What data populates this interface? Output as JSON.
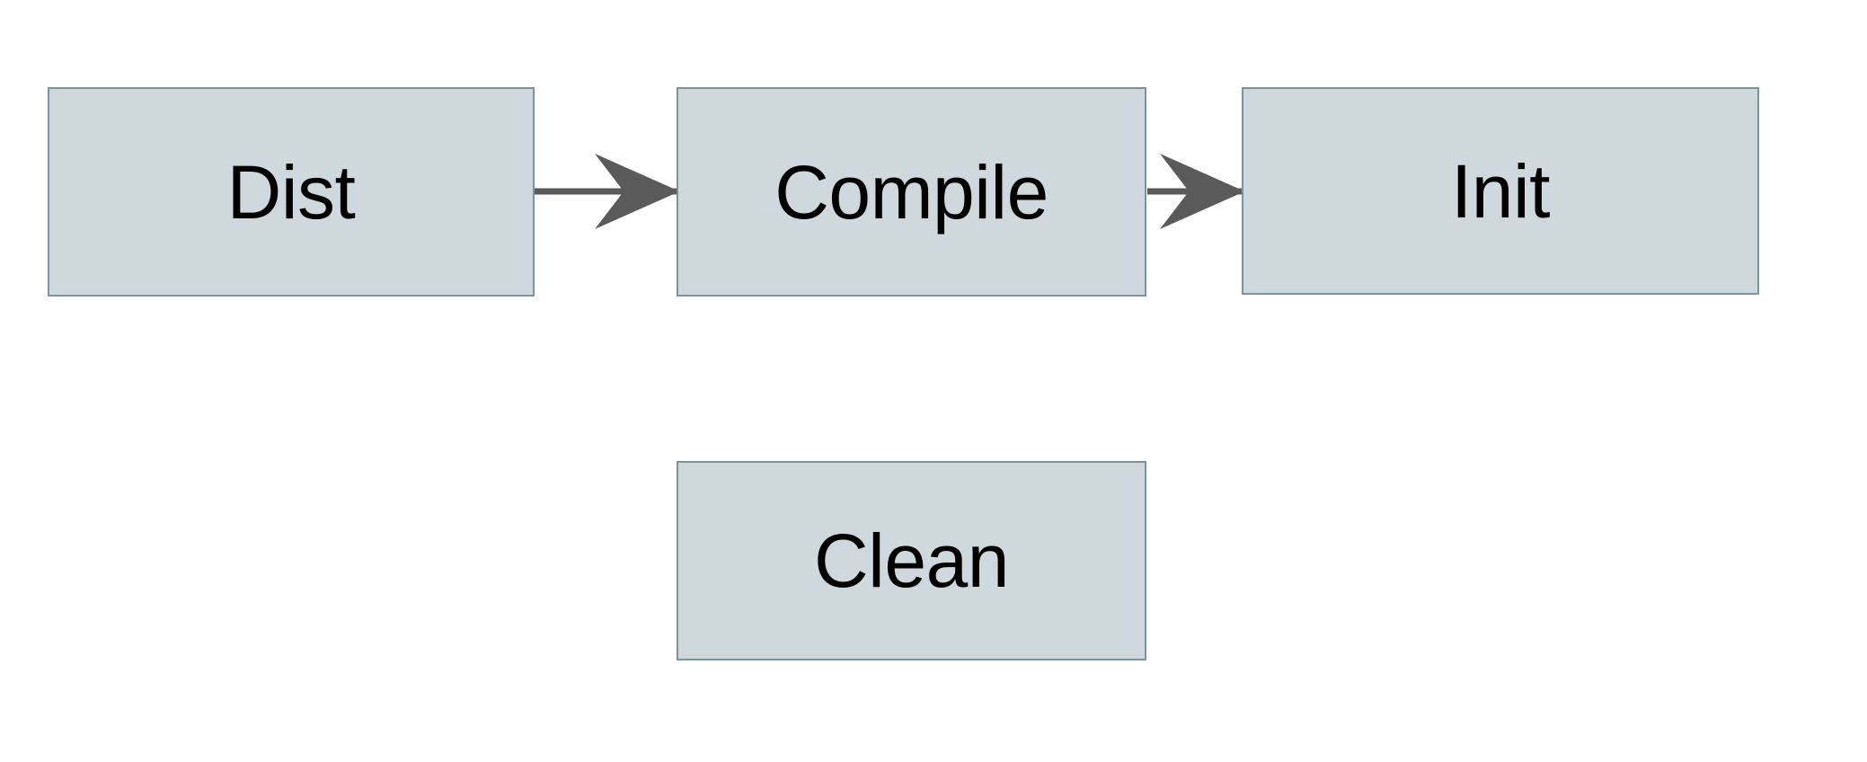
{
  "diagram": {
    "background_color": "#FFFFFF",
    "node_fill_color": "#CFD8DC",
    "node_border_color": "#7C939E",
    "edge_color": "#5A5A5A",
    "label_color": "#000000",
    "nodes": [
      {
        "id": "dist",
        "label": "Dist"
      },
      {
        "id": "compile",
        "label": "Compile"
      },
      {
        "id": "init",
        "label": "Init"
      },
      {
        "id": "clean",
        "label": "Clean"
      }
    ],
    "edges": [
      {
        "id": "dist-compile",
        "from": "Dist",
        "to": "Compile",
        "label": "",
        "arrowhead": "barbed"
      },
      {
        "id": "compile-init",
        "from": "Compile",
        "to": "Init",
        "label": "",
        "arrowhead": "barbed"
      }
    ]
  }
}
